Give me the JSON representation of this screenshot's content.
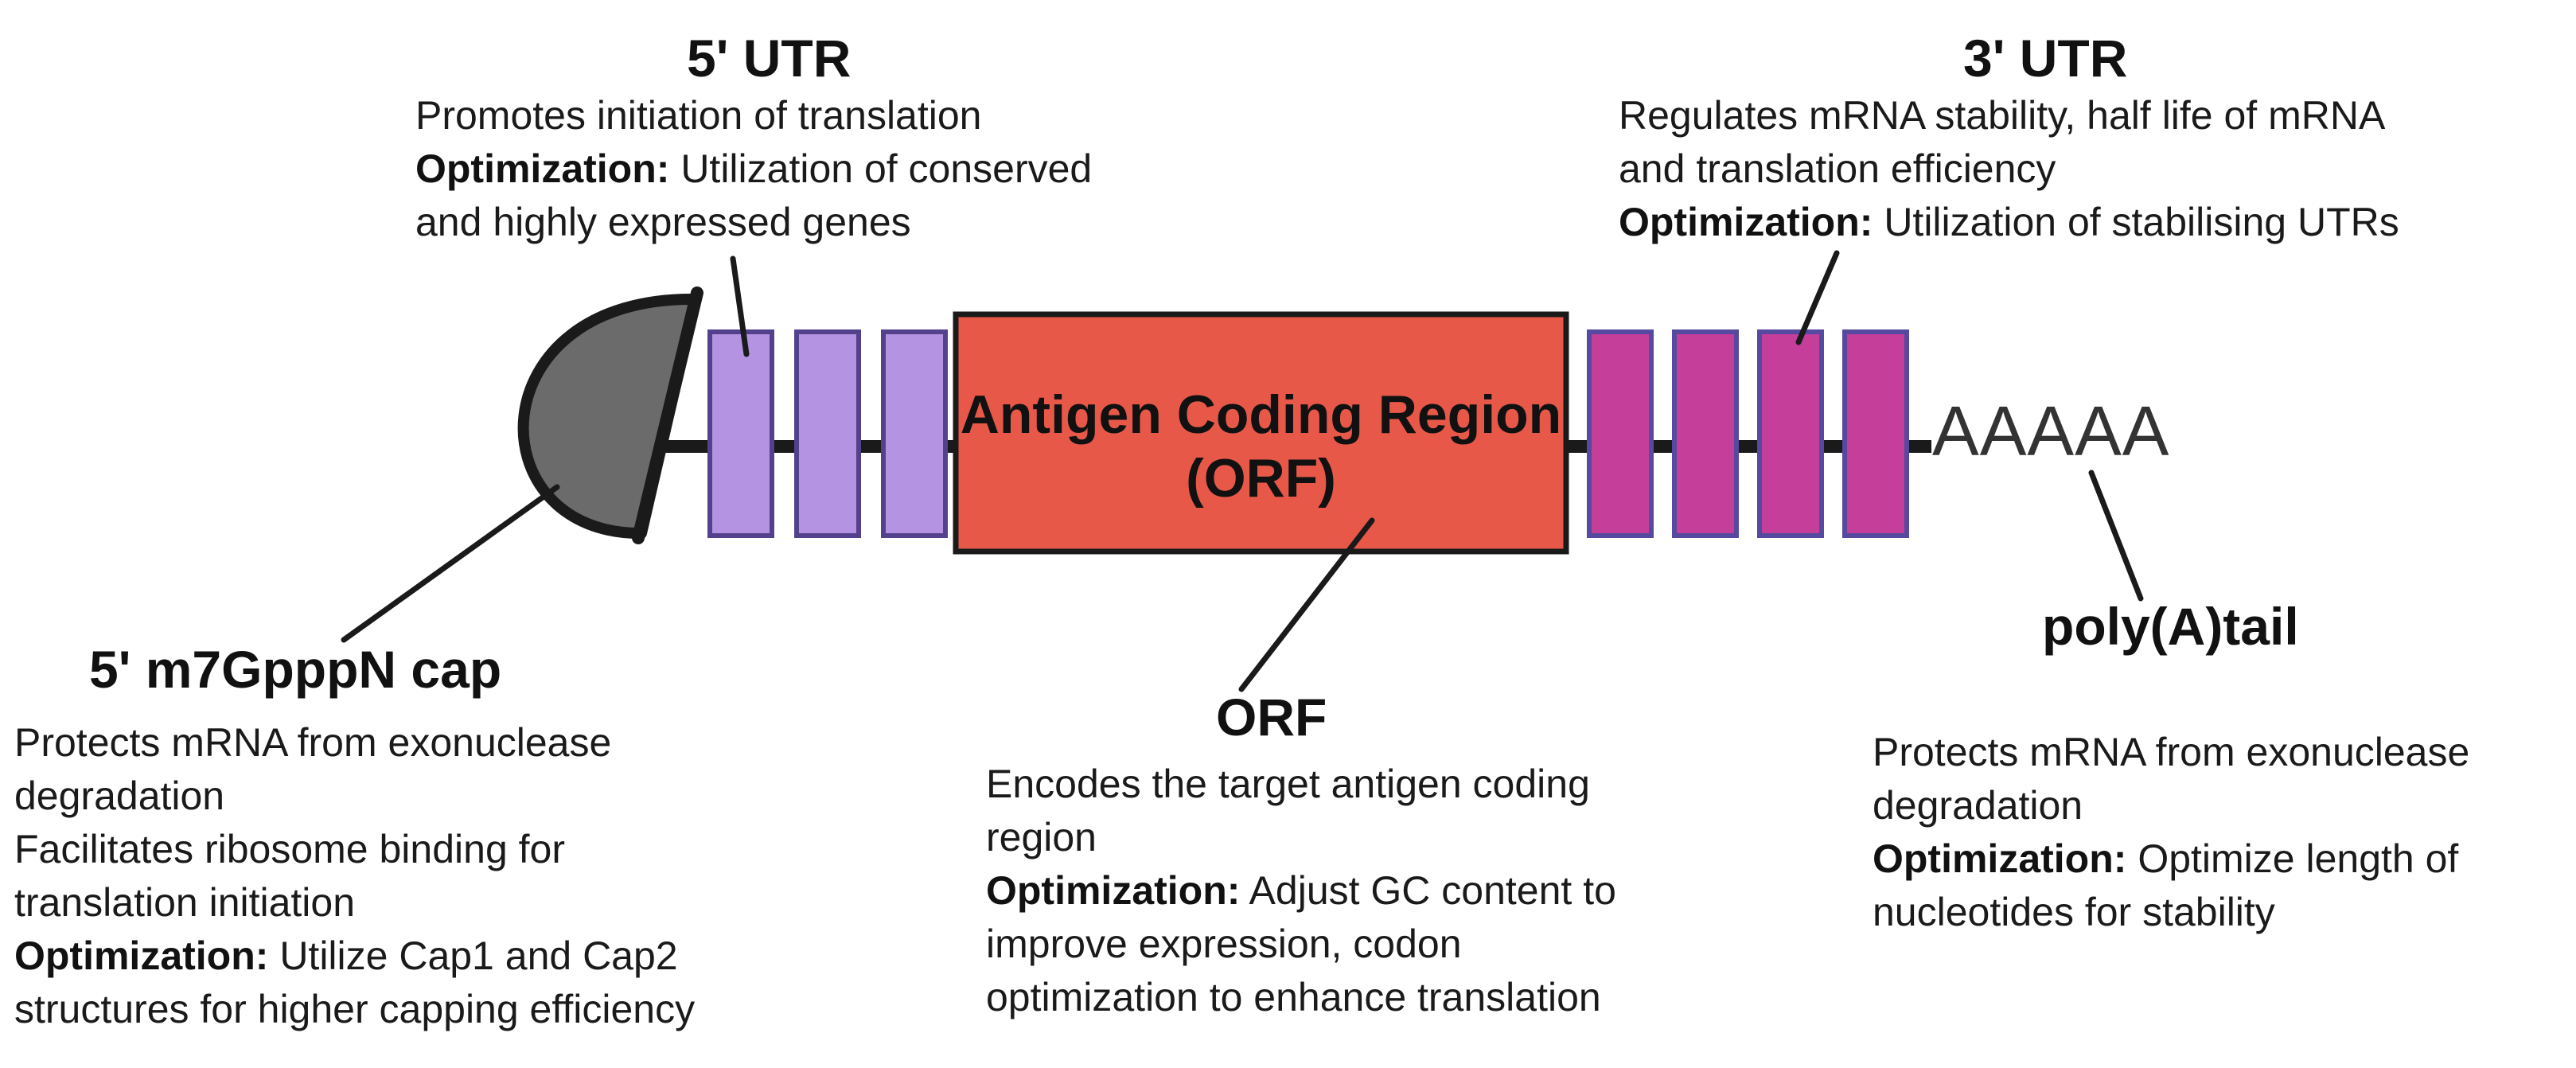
{
  "figure": {
    "poly_a_symbol": "AAAAA",
    "orf_box": {
      "line1": "Antigen Coding Region",
      "line2": "(ORF)"
    },
    "colors": {
      "background": "#ffffff",
      "backbone": "#1a1a1a",
      "cap_fill": "#6b6b6b",
      "cap_outline": "#1a1a1a",
      "utr5_bar_fill": "#b493e3",
      "utr5_bar_border": "#54418e",
      "orf_fill": "#e75849",
      "orf_border": "#1a1a1a",
      "utr3_bar_fill": "#c43e9a",
      "utr3_bar_border": "#5549a0",
      "body_text": "#1a1a1a",
      "poly_a_text": "#333333"
    }
  },
  "annotations": {
    "utr5": {
      "title": "5' UTR",
      "line1": "Promotes initiation of translation",
      "line2_bold": "Optimization:",
      "line2": " Utilization of conserved",
      "line3": "and highly expressed genes"
    },
    "utr3": {
      "title": "3' UTR",
      "line1": "Regulates mRNA stability, half life of mRNA",
      "line2": "and translation efficiency",
      "line3_bold": "Optimization:",
      "line3": " Utilization of stabilising UTRs"
    },
    "cap": {
      "title": "5' m7GpppN cap",
      "line1": "Protects mRNA from exonuclease",
      "line2": "degradation",
      "line3": "Facilitates ribosome binding for",
      "line4": "translation initiation",
      "line5_bold": "Optimization:",
      "line5": " Utilize Cap1 and Cap2",
      "line6": "structures for higher capping efficiency"
    },
    "orf": {
      "title": "ORF",
      "line1": "Encodes the target antigen coding",
      "line2": "region",
      "line3_bold": "Optimization:",
      "line3": " Adjust GC content to",
      "line4": "improve expression, codon",
      "line5": "optimization to enhance translation"
    },
    "polya": {
      "title": "poly(A)tail",
      "line1": "Protects mRNA from exonuclease",
      "line2": "degradation",
      "line3_bold": "Optimization:",
      "line3": " Optimize length of",
      "line4": "nucleotides for stability"
    }
  }
}
